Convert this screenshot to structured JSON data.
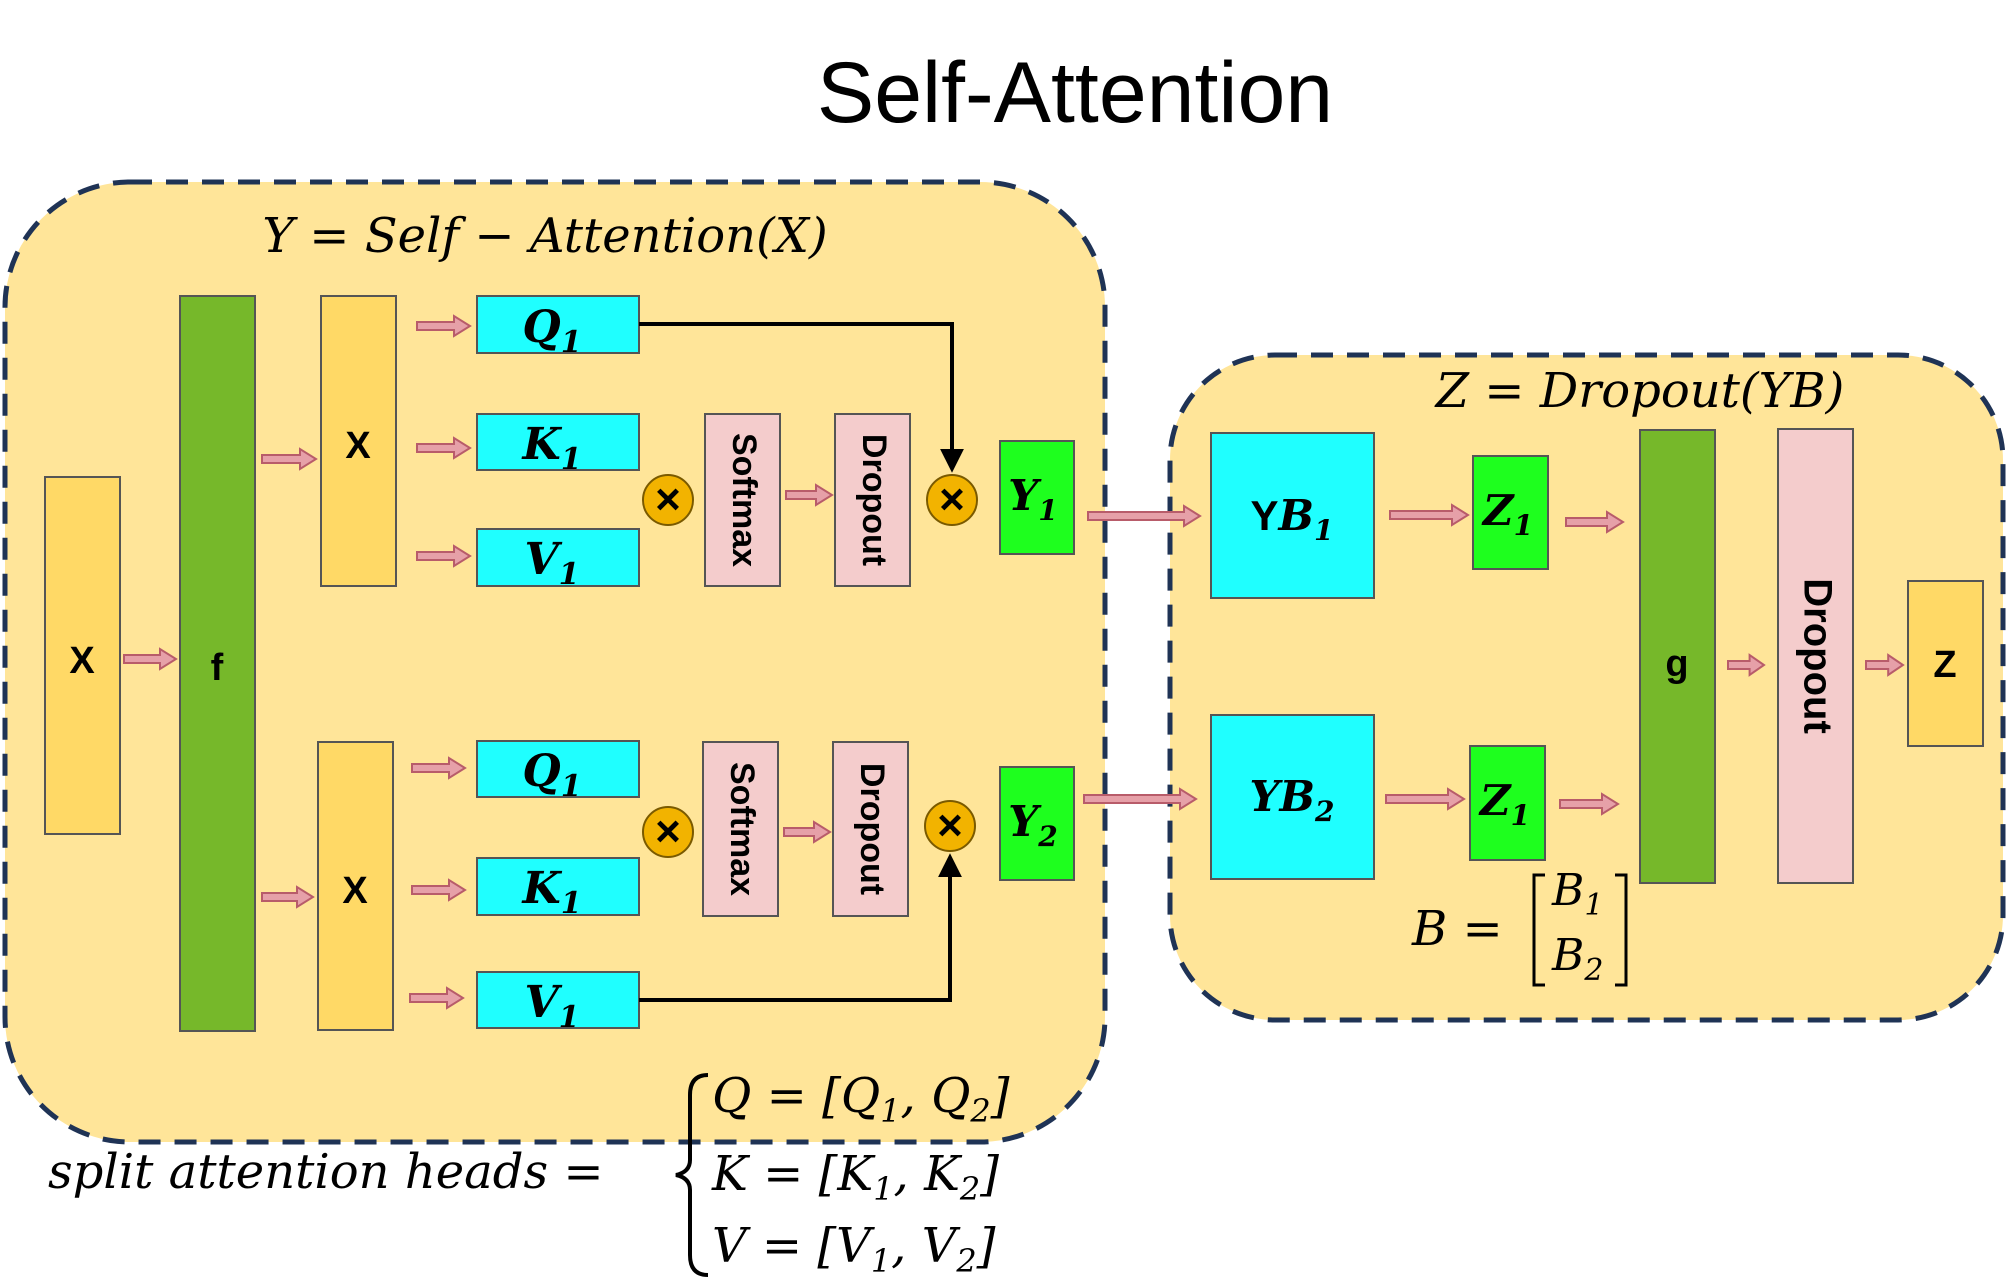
{
  "title": "Self-Attention",
  "colors": {
    "panel_fill": "#FFE599",
    "panel_border": "#1F3355",
    "input_box": "#FFD966",
    "f_box": "#76B82A",
    "qkv_box": "#1FFFFF",
    "softmax_dropout_box": "#F4CCCC",
    "y_box": "#1EFF1E",
    "mult_circle": "#F2B300",
    "arrow_fill": "#E6A0A8",
    "arrow_stroke": "#B85C6A"
  },
  "left_panel": {
    "equation": "Y = Self − Attention(X)",
    "input_label": "X",
    "f_label": "f",
    "heads": [
      {
        "x_label": "X",
        "q": {
          "letter": "Q",
          "sub": "1"
        },
        "k": {
          "letter": "K",
          "sub": "1"
        },
        "v": {
          "letter": "V",
          "sub": "1"
        },
        "softmax_label": "Softmax",
        "dropout_label": "Dropout",
        "y": {
          "letter": "Y",
          "sub": "1"
        }
      },
      {
        "x_label": "X",
        "q": {
          "letter": "Q",
          "sub": "1"
        },
        "k": {
          "letter": "K",
          "sub": "1"
        },
        "v": {
          "letter": "V",
          "sub": "1"
        },
        "softmax_label": "Softmax",
        "dropout_label": "Dropout",
        "y": {
          "letter": "Y",
          "sub": "2"
        }
      }
    ],
    "mult_symbol": "×"
  },
  "right_panel": {
    "equation": "Z = Dropout(YB)",
    "yb": [
      {
        "prefix": "Y",
        "letter": "B",
        "sub": "1"
      },
      {
        "prefix": "Y",
        "letter": "B",
        "sub": "2"
      }
    ],
    "z": [
      {
        "letter": "Z",
        "sub": "1"
      },
      {
        "letter": "Z",
        "sub": "1"
      }
    ],
    "g_label": "g",
    "dropout_label": "Dropout",
    "output_label": "Z",
    "b_matrix": {
      "lhs": "B =",
      "rows": [
        {
          "letter": "B",
          "sub": "1"
        },
        {
          "letter": "B",
          "sub": "2"
        }
      ]
    }
  },
  "split_heads": {
    "label": "split attention heads =",
    "rows": [
      {
        "lhs": "Q",
        "a": "Q",
        "a_sub": "1",
        "b": "Q",
        "b_sub": "2"
      },
      {
        "lhs": "K",
        "a": "K",
        "a_sub": "1",
        "b": "K",
        "b_sub": "2"
      },
      {
        "lhs": "V",
        "a": "V",
        "a_sub": "1",
        "b": "V",
        "b_sub": "2"
      }
    ]
  }
}
